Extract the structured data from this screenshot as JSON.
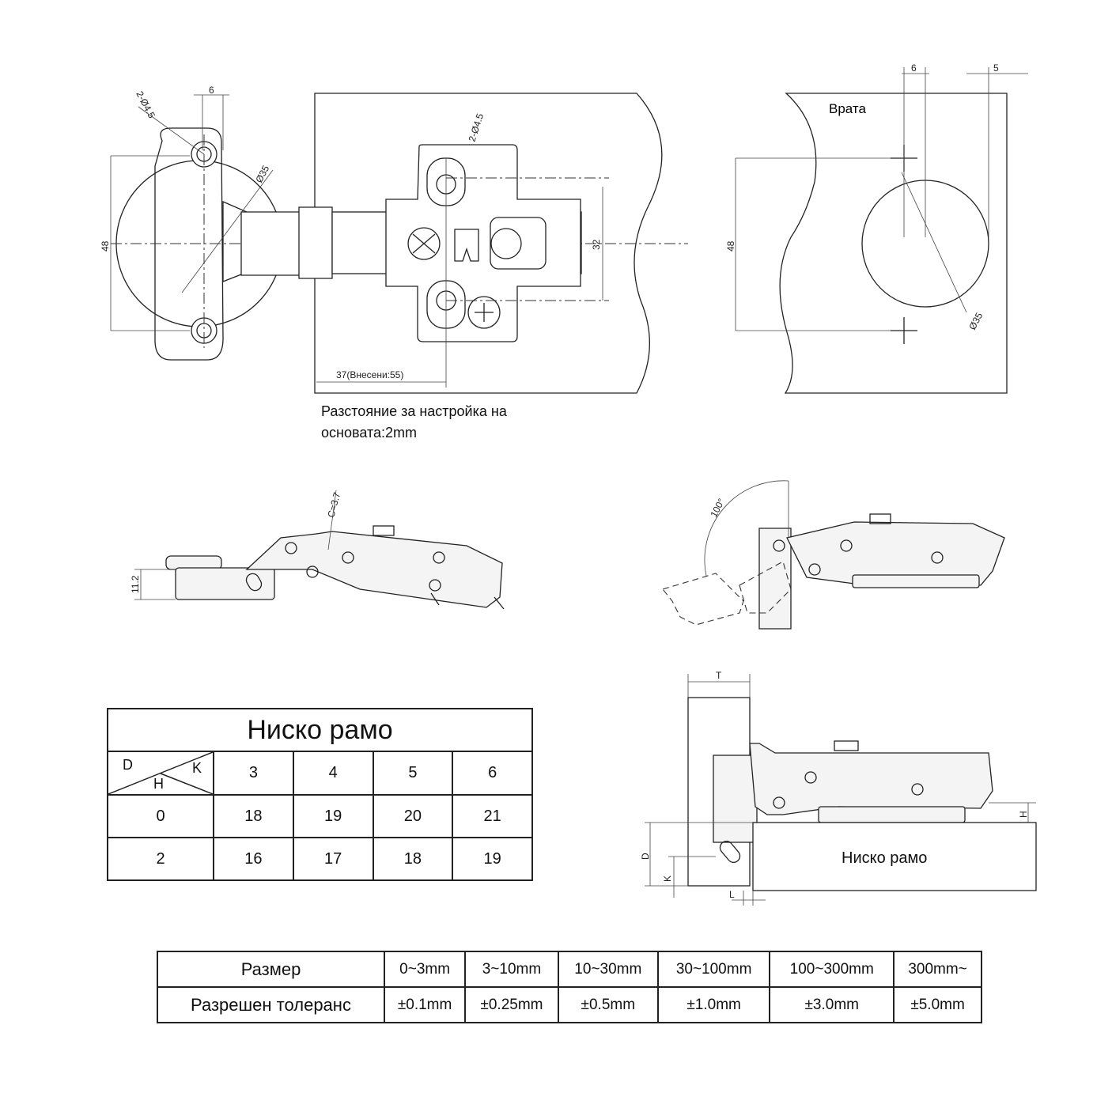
{
  "top_drawing": {
    "hole_dim_left": "2-Ø4.5",
    "dim_6_left": "6",
    "dim_d35_left": "Ø35",
    "dim_48_left": "48",
    "hole_dim_plate": "2-Ø4.5",
    "dim_32": "32",
    "dim_37": "37(Внесени:55)",
    "door_label": "Врата",
    "dim_6_right": "6",
    "dim_5_right": "5",
    "dim_48_right": "48",
    "dim_d35_right": "Ø35"
  },
  "adjust_note_line1": "Разстояние за настройка на",
  "adjust_note_line2": "основата:2mm",
  "side_views": {
    "dim_112": "11.2",
    "dim_c37": "C=3.7",
    "angle": "100°",
    "dim_T": "T",
    "dim_D": "D",
    "dim_K": "K",
    "dim_L": "L",
    "dim_H": "H",
    "panel_label": "Ниско рамо"
  },
  "arm_table": {
    "title": "Ниско рамо",
    "corner_D": "D",
    "corner_K": "K",
    "corner_H": "H",
    "columns": [
      "3",
      "4",
      "5",
      "6"
    ],
    "rows": [
      {
        "h": "0",
        "values": [
          "18",
          "19",
          "20",
          "21"
        ]
      },
      {
        "h": "2",
        "values": [
          "16",
          "17",
          "18",
          "19"
        ]
      }
    ]
  },
  "tolerance_table": {
    "size_label": "Размер",
    "tol_label": "Разрешен толеранс",
    "sizes": [
      "0~3mm",
      "3~10mm",
      "10~30mm",
      "30~100mm",
      "100~300mm",
      "300mm~"
    ],
    "tolerances": [
      "±0.1mm",
      "±0.25mm",
      "±0.5mm",
      "±1.0mm",
      "±3.0mm",
      "±5.0mm"
    ]
  }
}
